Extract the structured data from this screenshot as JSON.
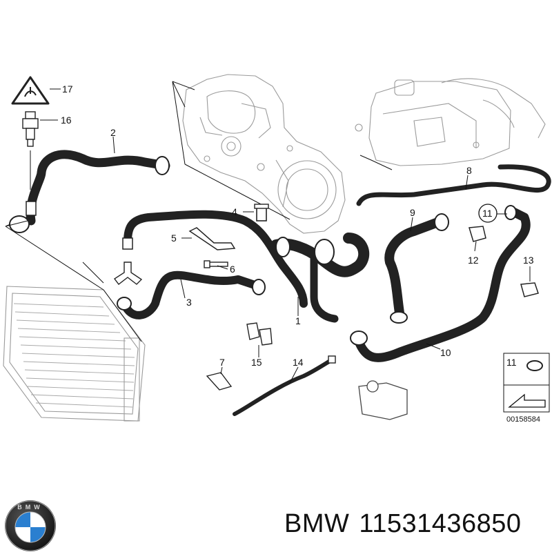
{
  "diagram": {
    "callouts": [
      {
        "id": "c1",
        "text": "1"
      },
      {
        "id": "c2",
        "text": "2"
      },
      {
        "id": "c3",
        "text": "3"
      },
      {
        "id": "c4",
        "text": "4"
      },
      {
        "id": "c5",
        "text": "5"
      },
      {
        "id": "c6",
        "text": "6"
      },
      {
        "id": "c7",
        "text": "7"
      },
      {
        "id": "c8",
        "text": "8"
      },
      {
        "id": "c9",
        "text": "9"
      },
      {
        "id": "c10",
        "text": "10"
      },
      {
        "id": "c11",
        "text": "11"
      },
      {
        "id": "c12",
        "text": "12"
      },
      {
        "id": "c13",
        "text": "13"
      },
      {
        "id": "c14",
        "text": "14"
      },
      {
        "id": "c15",
        "text": "15"
      },
      {
        "id": "c16",
        "text": "16"
      },
      {
        "id": "c17",
        "text": "17"
      }
    ],
    "inset_label": "11",
    "drawing_number": "00158584"
  },
  "footer": {
    "brand": "BMW",
    "part_number": "11531436850"
  },
  "logo": {
    "lettering": "BMW",
    "colors": {
      "blue": "#2a7fd0",
      "white": "#ffffff",
      "black": "#111111"
    }
  }
}
